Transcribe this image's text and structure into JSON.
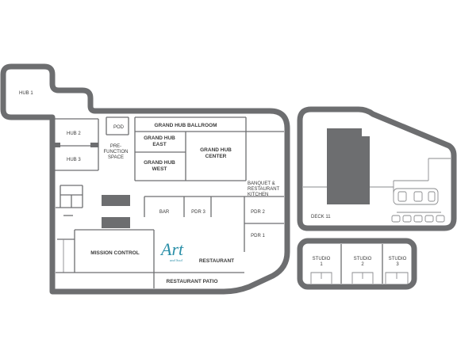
{
  "rooms": {
    "hub1": "HUB 1",
    "hub2": "HUB 2",
    "hub3": "HUB 3",
    "pod": "POD",
    "prefunction_1": "PRE-",
    "prefunction_2": "FUNCTION",
    "prefunction_3": "SPACE",
    "ballroom": "GRAND HUB BALLROOM",
    "east_1": "GRAND HUB",
    "east_2": "EAST",
    "west_1": "GRAND HUB",
    "west_2": "WEST",
    "center_1": "GRAND HUB",
    "center_2": "CENTER",
    "kitchen_1": "BANQUET &",
    "kitchen_2": "RESTAURANT",
    "kitchen_3": "KITCHEN",
    "bar": "BAR",
    "pdr3": "PDR 3",
    "pdr2": "PDR 2",
    "pdr1": "PDR 1",
    "mission": "MISSION CONTROL",
    "restaurant": "RESTAURANT",
    "patio": "RESTAURANT PATIO",
    "deck": "DECK 11",
    "studio1_a": "STUDIO",
    "studio1_b": "1",
    "studio2_a": "STUDIO",
    "studio2_b": "2",
    "studio3_a": "STUDIO",
    "studio3_b": "3"
  },
  "logo": {
    "text": "Art",
    "subtext": "and Soul",
    "color": "#2a8fa8"
  },
  "colors": {
    "wall": "#6d6e70",
    "label": "#3a3a3a"
  }
}
